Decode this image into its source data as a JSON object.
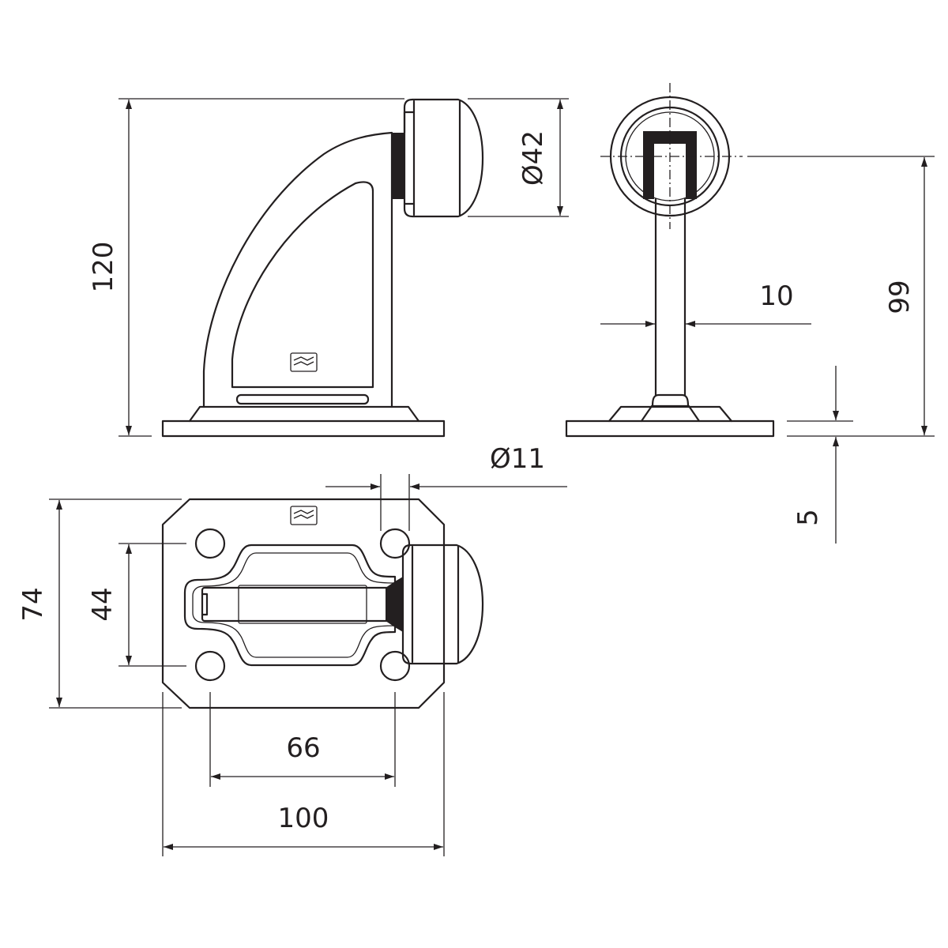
{
  "dimensions": {
    "side_height": "120",
    "roller_diameter": "Ø42",
    "stem_width": "10",
    "front_height": "99",
    "plate_thickness": "5",
    "hole_diameter": "Ø11",
    "plate_depth": "74",
    "hole_spacing_vertical": "44",
    "hole_spacing_horizontal": "66",
    "plate_width": "100"
  },
  "colors": {
    "line": "#231f20",
    "background": "#ffffff"
  }
}
